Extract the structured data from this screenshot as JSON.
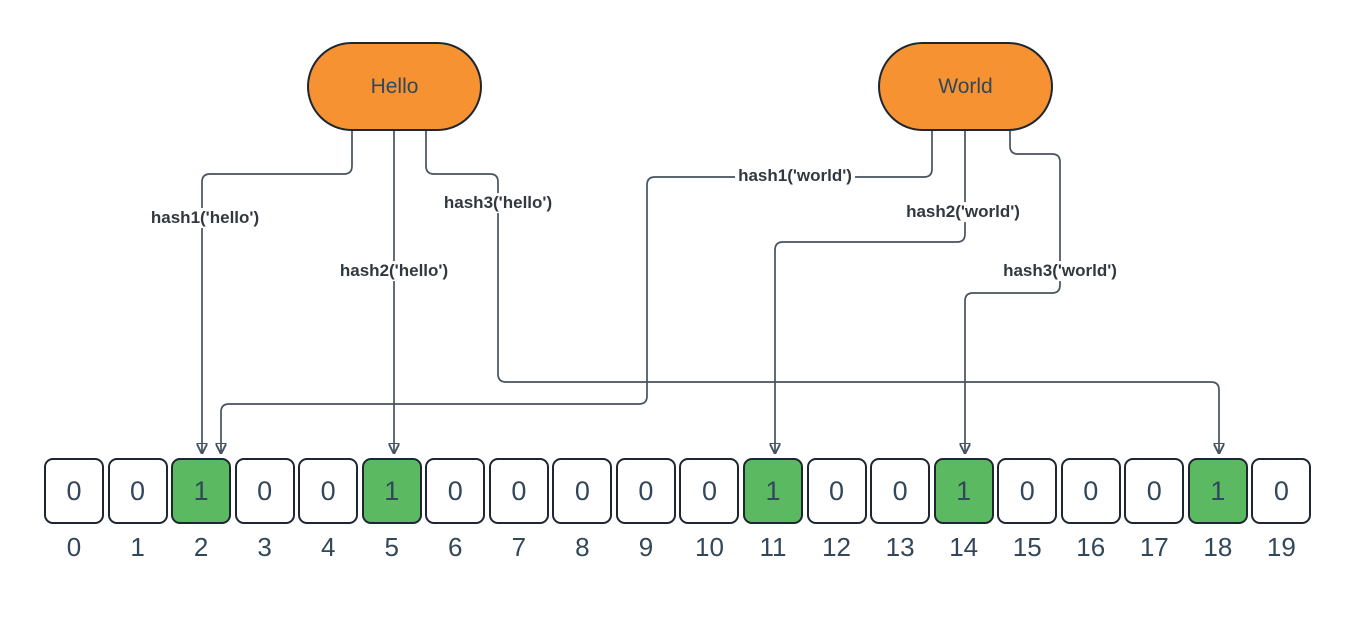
{
  "diagram": {
    "type": "bloom-filter",
    "nodes": [
      {
        "id": "hello",
        "label": "Hello"
      },
      {
        "id": "world",
        "label": "World"
      }
    ],
    "hash_labels": [
      {
        "id": "hash1-hello",
        "text": "hash1('hello')",
        "maps_to_index": 2
      },
      {
        "id": "hash2-hello",
        "text": "hash2('hello')",
        "maps_to_index": 5
      },
      {
        "id": "hash3-hello",
        "text": "hash3('hello')",
        "maps_to_index": 18
      },
      {
        "id": "hash1-world",
        "text": "hash1('world')",
        "maps_to_index": 2
      },
      {
        "id": "hash2-world",
        "text": "hash2('world')",
        "maps_to_index": 11
      },
      {
        "id": "hash3-world",
        "text": "hash3('world')",
        "maps_to_index": 14
      }
    ],
    "bit_array": {
      "size": 20,
      "set_indices": [
        2,
        5,
        11,
        14,
        18
      ],
      "cells": [
        {
          "index": 0,
          "value": 0
        },
        {
          "index": 1,
          "value": 0
        },
        {
          "index": 2,
          "value": 1
        },
        {
          "index": 3,
          "value": 0
        },
        {
          "index": 4,
          "value": 0
        },
        {
          "index": 5,
          "value": 1
        },
        {
          "index": 6,
          "value": 0
        },
        {
          "index": 7,
          "value": 0
        },
        {
          "index": 8,
          "value": 0
        },
        {
          "index": 9,
          "value": 0
        },
        {
          "index": 10,
          "value": 0
        },
        {
          "index": 11,
          "value": 1
        },
        {
          "index": 12,
          "value": 0
        },
        {
          "index": 13,
          "value": 0
        },
        {
          "index": 14,
          "value": 1
        },
        {
          "index": 15,
          "value": 0
        },
        {
          "index": 16,
          "value": 0
        },
        {
          "index": 17,
          "value": 0
        },
        {
          "index": 18,
          "value": 1
        },
        {
          "index": 19,
          "value": 0
        }
      ]
    }
  },
  "colors": {
    "node_fill": "#f69232",
    "shape_border": "#1d2631",
    "bit_set_fill": "#5bba61",
    "bit_unset_fill": "#ffffff",
    "value_text": "#33475b",
    "hash_label_text": "#31383f",
    "connector": "#46525f",
    "background": "#ffffff"
  }
}
